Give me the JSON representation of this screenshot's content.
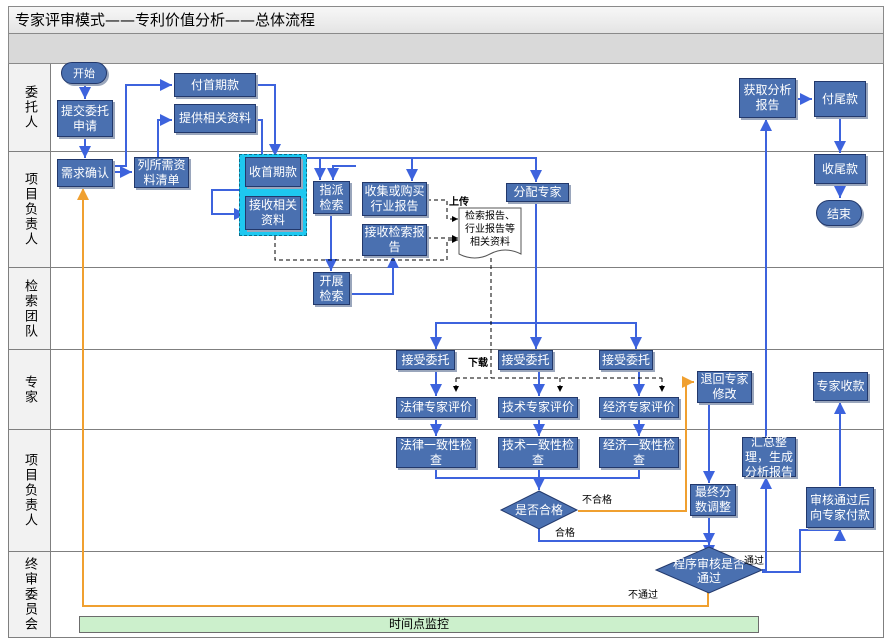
{
  "title": "专家评审模式——专利价值分析——总体流程",
  "lanes": [
    "委托人",
    "项目负责人",
    "检索团队",
    "专家",
    "项目负责人",
    "终审委员会"
  ],
  "nodes": {
    "start": "开始",
    "submit": "提交委托申请",
    "pay_first": "付首期款",
    "provide_docs": "提供相关资料",
    "needs_confirm": "需求确认",
    "list_docs": "列所需资料清单",
    "receive_first": "收首期款",
    "receive_docs": "接收相关资料",
    "assign_search": "指派检索",
    "collect_reports": "收集或购买行业报告",
    "receive_search": "接收检索报告",
    "doc_bundle": "检索报告、行业报告等相关资料",
    "assign_expert": "分配专家",
    "do_search": "开展检索",
    "accept1": "接受委托",
    "accept2": "接受委托",
    "accept3": "接受委托",
    "legal_eval": "法律专家评价",
    "tech_eval": "技术专家评价",
    "econ_eval": "经济专家评价",
    "legal_check": "法律一致性检查",
    "tech_check": "技术一致性检查",
    "econ_check": "经济一致性检查",
    "pass_decision": "是否合格",
    "return_expert": "退回专家修改",
    "final_adjust": "最终分数调整",
    "summary": "汇总整理，生成分析报告",
    "get_report": "获取分析报告",
    "pay_final": "付尾款",
    "receive_final": "收尾款",
    "end": "结束",
    "expert_paid": "专家收款",
    "pay_expert": "审核通过后向专家付款",
    "review_decision": "程序审核是否通过"
  },
  "edge_labels": {
    "upload": "上传",
    "download": "下载",
    "fail": "不合格",
    "ok": "合格",
    "passed": "通过",
    "not_passed": "不通过"
  },
  "timebar": "时间点监控",
  "colors": {
    "box": "#4a70b0",
    "arrow_blue": "#3d63dd",
    "arrow_orange": "#f0a030",
    "highlight": "#1ec8f0",
    "timebar": "#ccf0cc"
  }
}
